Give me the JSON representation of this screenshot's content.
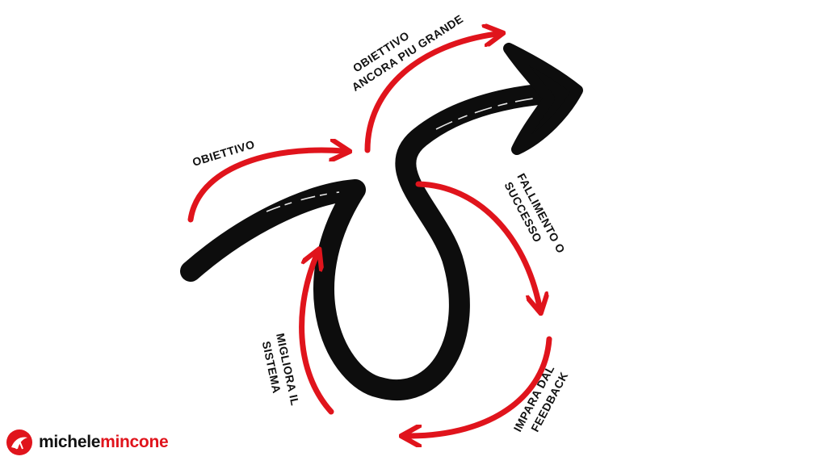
{
  "labels": {
    "goal": "OBIETTIVO",
    "bigger_goal_line1": "OBIETTIVO",
    "bigger_goal_line2": "ANCORA PIU GRANDE",
    "fail_line1": "FALLIMENTO O",
    "fail_line2": "SUCCESSO",
    "learn_line1": "IMPARA DAL",
    "learn_line2": "FEEDBACK",
    "improve_line1": "MIGLIORA IL",
    "improve_line2": "SISTEMA"
  },
  "brand": {
    "part1": "michele",
    "part2": "mincone"
  },
  "colors": {
    "accent": "#e0141c",
    "stroke": "#0d0d0d"
  }
}
